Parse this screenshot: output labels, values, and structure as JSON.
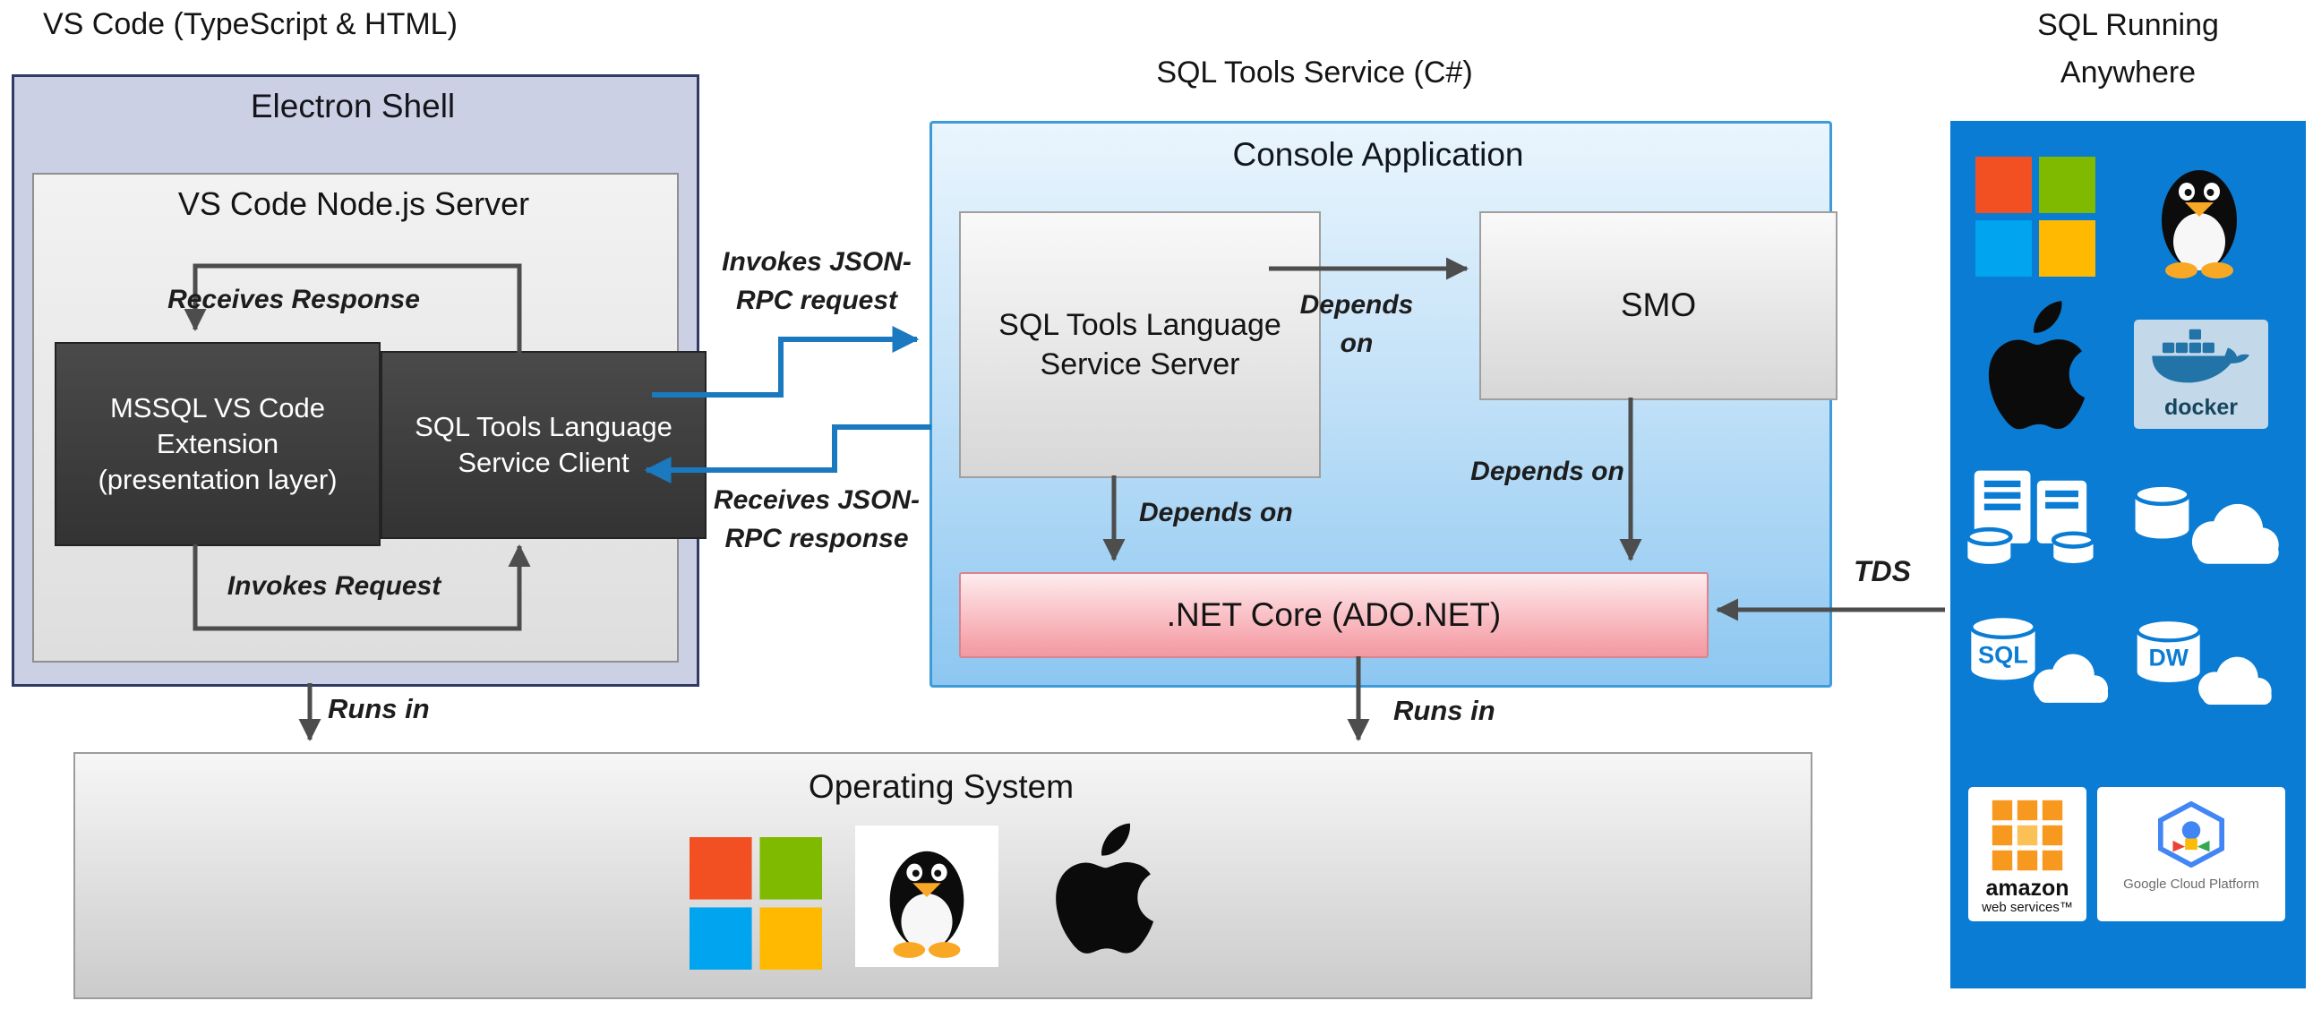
{
  "headers": {
    "vscode": "VS Code (TypeScript & HTML)",
    "sql_tools_service": "SQL Tools Service (C#)",
    "sql_running_anywhere": "SQL Running\nAnywhere"
  },
  "electron_shell": {
    "title": "Electron Shell",
    "node_server_title": "VS Code Node.js Server",
    "mssql_extension": "MSSQL VS Code Extension (presentation layer)",
    "service_client": "SQL Tools Language Service Client",
    "labels": {
      "receives_response": "Receives Response",
      "invokes_request": "Invokes Request",
      "runs_in": "Runs in"
    }
  },
  "console_application": {
    "title": "Console Application",
    "service_server": "SQL Tools Language Service Server",
    "smo": "SMO",
    "dotnet_core": ".NET Core (ADO.NET)",
    "labels": {
      "depends_on_smo": "Depends\non",
      "depends_on_left": "Depends on",
      "depends_on_right": "Depends on",
      "runs_in": "Runs in"
    }
  },
  "rpc_labels": {
    "invokes": "Invokes JSON-\nRPC request",
    "receives": "Receives JSON-\nRPC response"
  },
  "operating_system": {
    "title": "Operating System"
  },
  "tds_label": "TDS",
  "platforms": {
    "docker": "docker",
    "sql": "SQL",
    "dw": "DW",
    "amazon": "amazon",
    "amazon_sub": "web services™",
    "gcp": "Google Cloud Platform"
  },
  "colors": {
    "panel_blue": "#0a7cd4",
    "arrow_gray": "#4d4d4d",
    "arrow_blue": "#1b79c0",
    "electron_fill": "#cbd0e4",
    "electron_border": "#2f3a66",
    "console_border": "#3d9bd9",
    "dotnet_pink": "#f6a3ab",
    "dark_box": "#3f3f3f"
  }
}
